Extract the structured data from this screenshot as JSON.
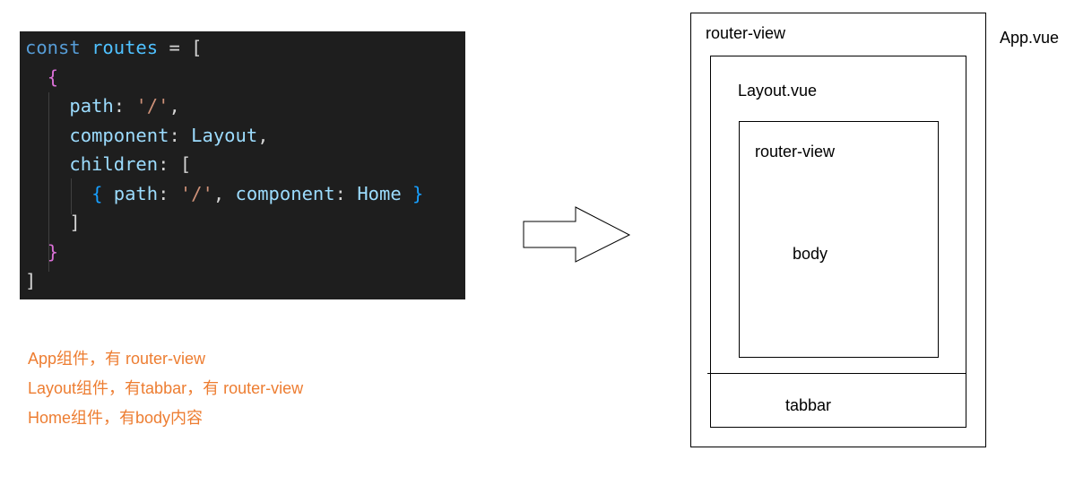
{
  "code": {
    "lines": [
      [
        {
          "t": "const ",
          "c": "keyword"
        },
        {
          "t": "routes",
          "c": "var"
        },
        {
          "t": " = ",
          "c": "punct"
        },
        {
          "t": "[",
          "c": "bracket"
        }
      ],
      [
        {
          "t": "  ",
          "c": "punct"
        },
        {
          "t": "{",
          "c": "brace2"
        }
      ],
      [
        {
          "t": "    ",
          "c": "punct"
        },
        {
          "t": "path",
          "c": "prop"
        },
        {
          "t": ": ",
          "c": "punct"
        },
        {
          "t": "'/'",
          "c": "str"
        },
        {
          "t": ",",
          "c": "punct"
        }
      ],
      [
        {
          "t": "    ",
          "c": "punct"
        },
        {
          "t": "component",
          "c": "prop"
        },
        {
          "t": ": ",
          "c": "punct"
        },
        {
          "t": "Layout",
          "c": "prop"
        },
        {
          "t": ",",
          "c": "punct"
        }
      ],
      [
        {
          "t": "    ",
          "c": "punct"
        },
        {
          "t": "children",
          "c": "prop"
        },
        {
          "t": ": ",
          "c": "punct"
        },
        {
          "t": "[",
          "c": "bracket"
        }
      ],
      [
        {
          "t": "      ",
          "c": "punct"
        },
        {
          "t": "{ ",
          "c": "brace3"
        },
        {
          "t": "path",
          "c": "prop"
        },
        {
          "t": ": ",
          "c": "punct"
        },
        {
          "t": "'/'",
          "c": "str"
        },
        {
          "t": ", ",
          "c": "punct"
        },
        {
          "t": "component",
          "c": "prop"
        },
        {
          "t": ": ",
          "c": "punct"
        },
        {
          "t": "Home",
          "c": "prop"
        },
        {
          "t": " }",
          "c": "brace3"
        }
      ],
      [
        {
          "t": "    ",
          "c": "punct"
        },
        {
          "t": "]",
          "c": "bracket"
        }
      ],
      [
        {
          "t": "  ",
          "c": "punct"
        },
        {
          "t": "}",
          "c": "brace2"
        }
      ],
      [
        {
          "t": "]",
          "c": "bracket"
        }
      ]
    ]
  },
  "notes": [
    "App组件，有 router-view",
    "Layout组件，有tabbar，有 router-view",
    "Home组件，有body内容"
  ],
  "diagram": {
    "app_label": "App.vue",
    "outer_router_view": "router-view",
    "layout_label": "Layout.vue",
    "inner_router_view": "router-view",
    "body_label": "body",
    "tabbar_label": "tabbar"
  },
  "colors": {
    "code_bg": "#1e1e1e",
    "note_text": "#ed7d31",
    "keyword": "#569cd6",
    "variable": "#4fc1ff",
    "property": "#9cdcfe",
    "string": "#ce9178"
  }
}
